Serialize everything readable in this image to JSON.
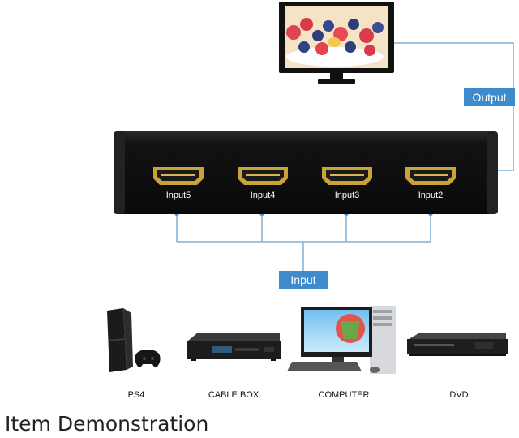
{
  "badges": {
    "output": "Output",
    "input": "Input"
  },
  "ports": [
    {
      "label": "Input5"
    },
    {
      "label": "Input4"
    },
    {
      "label": "Input3"
    },
    {
      "label": "Input2"
    }
  ],
  "devices": [
    {
      "label": "PS4",
      "icon": "ps4-console-icon"
    },
    {
      "label": "CABLE BOX",
      "icon": "cable-box-icon"
    },
    {
      "label": "COMPUTER",
      "icon": "computer-icon"
    },
    {
      "label": "DVD",
      "icon": "dvd-player-icon"
    }
  ],
  "caption": "Item Demonstration",
  "colors": {
    "accent": "#3d8bcc",
    "connector_line": "#7fb0d9",
    "switch_body": "#151515",
    "hdmi_gold": "#c9a23a"
  }
}
